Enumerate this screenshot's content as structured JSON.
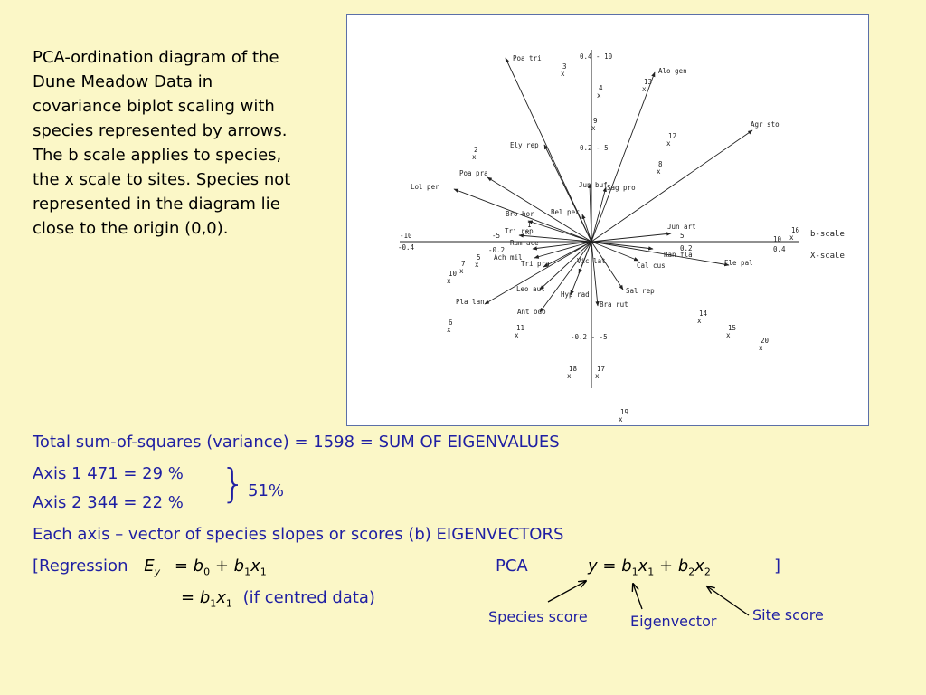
{
  "caption": "PCA-ordination diagram of the Dune Meadow Data in covariance biplot scaling with species represented by arrows. The b scale applies to species, the x scale to sites. Species not represented in the diagram lie close to the origin (0,0).",
  "biplot": {
    "scale_labels": {
      "b": "b-scale",
      "x": "X-scale"
    },
    "axis_ticks": [
      {
        "text": "-10",
        "id": "ax-m10"
      },
      {
        "text": "-0.4",
        "id": "ax-m04"
      },
      {
        "text": "-5",
        "id": "ax-m5"
      },
      {
        "text": "-0.2",
        "id": "ax-m02"
      },
      {
        "text": "5",
        "id": "ax-p5"
      },
      {
        "text": "0.2",
        "id": "ax-p02"
      },
      {
        "text": "10",
        "id": "ax-p10"
      },
      {
        "text": "0.4",
        "id": "ax-p04"
      },
      {
        "text": "0.4 - 10",
        "id": "ay-top"
      },
      {
        "text": "0.2 - 5",
        "id": "ay-mid"
      },
      {
        "text": "-0.2 - -5",
        "id": "ay-low"
      }
    ],
    "species": [
      "Poa tri",
      "Alo gen",
      "Agr sto",
      "Ely rep",
      "Poa pra",
      "Lol per",
      "Jun buf",
      "Sag pro",
      "Bel per",
      "Bro hor",
      "Tri rep",
      "Rum ace",
      "Ach mil",
      "Jun art",
      "Ran fla",
      "Ele pal",
      "Cal cus",
      "Vic lat",
      "Tri pra",
      "Leo aut",
      "Hyp rad",
      "Sal rep",
      "Bra rut",
      "Pla lan",
      "Ant odo"
    ],
    "sites": [
      "1",
      "2",
      "3",
      "4",
      "5",
      "6",
      "7",
      "8",
      "9",
      "10",
      "11",
      "12",
      "13",
      "14",
      "15",
      "16",
      "17",
      "18",
      "19",
      "20"
    ]
  },
  "stats": {
    "total": "Total sum-of-squares (variance) = 1598 = SUM OF EIGENVALUES",
    "axis1": "Axis 1  471 = 29 %",
    "axis2": "Axis 2  344 = 22 %",
    "combined": "51%",
    "eigen": "Each axis – vector of species slopes or scores (b) EIGENVECTORS"
  },
  "regression": {
    "open": "[Regression",
    "E": "E",
    "Esub": "y",
    "eq1": "= b0 + b1x1",
    "eq2": "= b1x1",
    "centred": "(if centred data)",
    "pca_label": "PCA",
    "pca_eq": "y = b1x1 + b2x2",
    "close": "]"
  },
  "annotations": {
    "species_score": "Species score",
    "eigenvector": "Eigenvector",
    "site_score": "Site score"
  }
}
